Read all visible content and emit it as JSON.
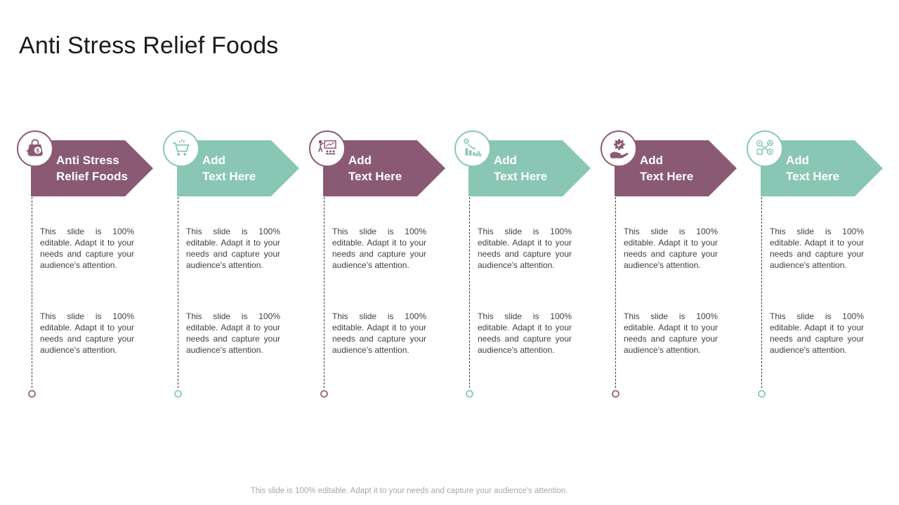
{
  "slide": {
    "title": "Anti Stress Relief Foods",
    "footer": "This slide is 100% editable. Adapt it to your needs and capture your audience's attention."
  },
  "colors": {
    "purple": "#8A5A74",
    "teal": "#89C7B4",
    "body_text": "#3F3F3F",
    "title_text": "#1A1A1A",
    "footer_text": "#A8A8A8"
  },
  "columns": [
    {
      "label": "Anti Stress\nRelief Foods",
      "color": "purple",
      "icon": "money-bag-icon",
      "description_1": "This slide is 100% editable. Adapt it to your needs and capture your audience's attention.",
      "description_2": "This slide is 100% editable. Adapt it to your needs and capture your audience's attention."
    },
    {
      "label": "Add\nText Here",
      "color": "teal",
      "icon": "shopping-cart-icon",
      "description_1": "This slide is 100% editable. Adapt it to your needs and capture your audience's attention.",
      "description_2": "This slide is 100% editable. Adapt it to your needs and capture your audience's attention."
    },
    {
      "label": "Add\nText Here",
      "color": "purple",
      "icon": "presentation-icon",
      "description_1": "This slide is 100% editable. Adapt it to your needs and capture your audience's attention.",
      "description_2": "This slide is 100% editable. Adapt it to your needs and capture your audience's attention."
    },
    {
      "label": "Add\nText Here",
      "color": "teal",
      "icon": "declining-chart-icon",
      "description_1": "This slide is 100% editable. Adapt it to your needs and capture your audience's attention.",
      "description_2": "This slide is 100% editable. Adapt it to your needs and capture your audience's attention."
    },
    {
      "label": "Add\nText Here",
      "color": "purple",
      "icon": "hand-gear-icon",
      "description_1": "This slide is 100% editable. Adapt it to your needs and capture your audience's attention.",
      "description_2": "This slide is 100% editable. Adapt it to your needs and capture your audience's attention."
    },
    {
      "label": "Add\nText Here",
      "color": "teal",
      "icon": "network-icon",
      "description_1": "This slide is 100% editable. Adapt it to your needs and capture your audience's attention.",
      "description_2": "This slide is 100% editable. Adapt it to your needs and capture your audience's attention."
    }
  ]
}
